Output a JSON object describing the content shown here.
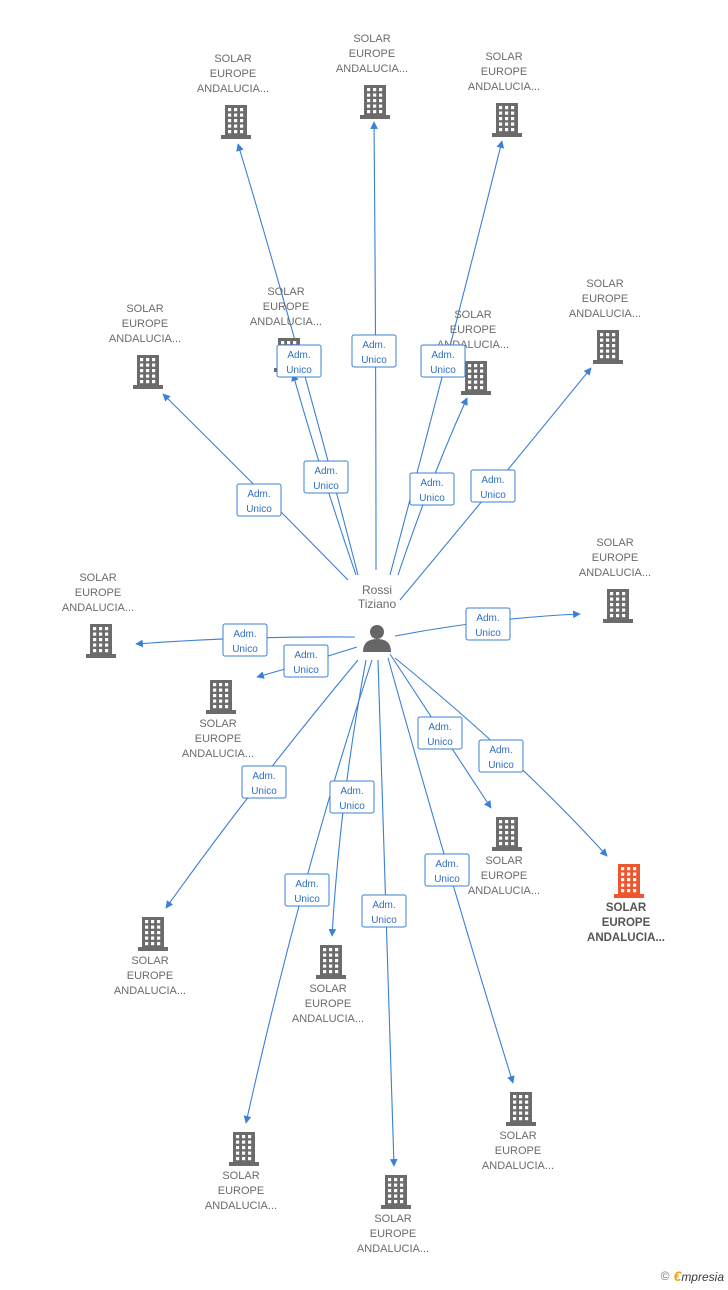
{
  "center": {
    "label_line1": "Rossi",
    "label_line2": "Tiziano",
    "icon": "person-icon"
  },
  "company_label": [
    "SOLAR",
    "EUROPE",
    "ANDALUCIA..."
  ],
  "edge_label": [
    "Adm.",
    "Unico"
  ],
  "colors": {
    "edge": "#3a80d6",
    "building": "#6b6b6b",
    "highlight": "#f0562e"
  },
  "icons": {
    "company": "building-icon"
  },
  "footer": {
    "copyright": "©",
    "brand_e": "€",
    "brand_rest": "mpresia"
  }
}
